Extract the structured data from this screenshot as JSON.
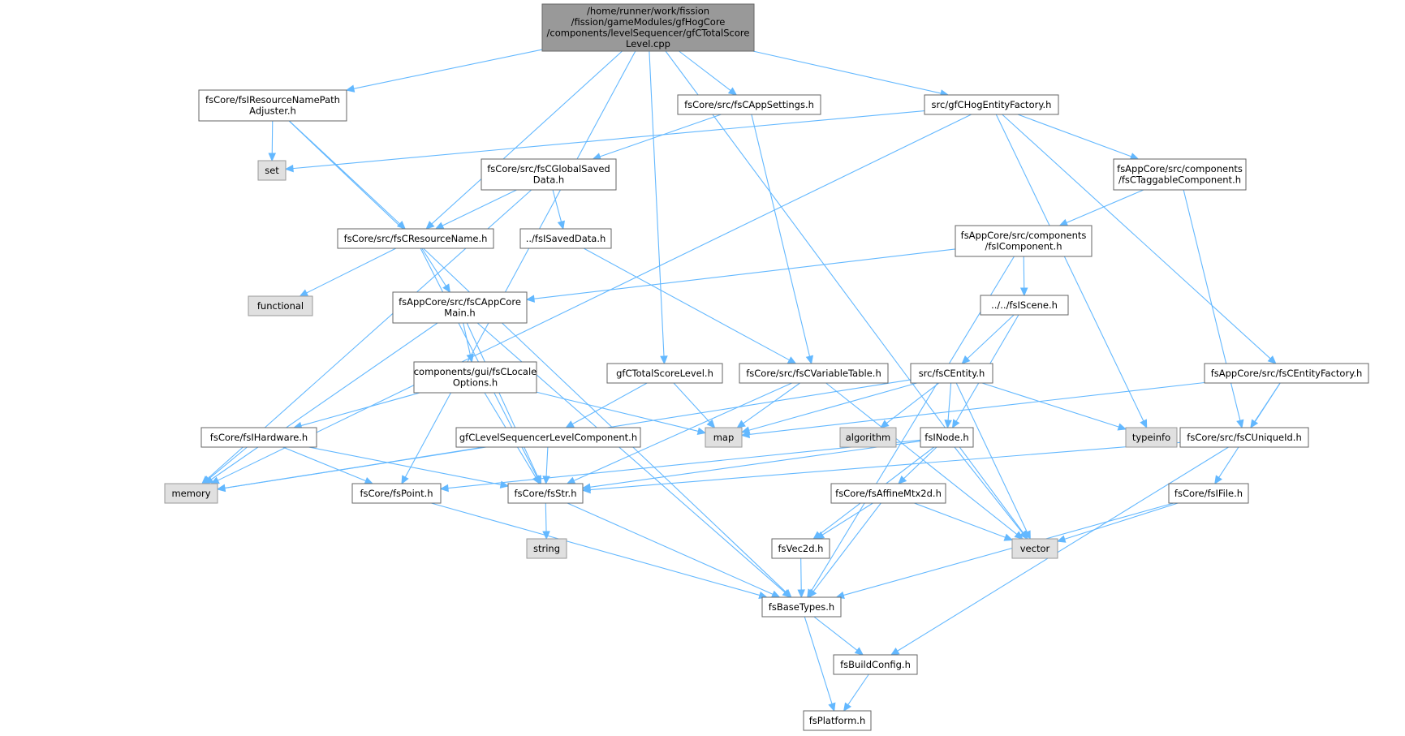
{
  "nodes": [
    {
      "id": "root",
      "kind": "root",
      "lines": [
        "/home/runner/work/fission",
        "/fission/gameModules/gfHogCore",
        "/components/levelSequencer/gfCTotalScore",
        "Level.cpp"
      ]
    },
    {
      "id": "rnpa",
      "kind": "header",
      "lines": [
        "fsCore/fsIResourceNamePath",
        "Adjuster.h"
      ]
    },
    {
      "id": "appsettings",
      "kind": "header",
      "lines": [
        "fsCore/src/fsCAppSettings.h"
      ]
    },
    {
      "id": "hogfactory",
      "kind": "header",
      "lines": [
        "src/gfCHogEntityFactory.h"
      ]
    },
    {
      "id": "set",
      "kind": "system",
      "lines": [
        "set"
      ]
    },
    {
      "id": "globalsaved",
      "kind": "header",
      "lines": [
        "fsCore/src/fsCGlobalSaved",
        "Data.h"
      ]
    },
    {
      "id": "taggable",
      "kind": "header",
      "lines": [
        "fsAppCore/src/components",
        "/fsCTaggableComponent.h"
      ]
    },
    {
      "id": "resname",
      "kind": "header",
      "lines": [
        "fsCore/src/fsCResourceName.h"
      ]
    },
    {
      "id": "isaved",
      "kind": "header",
      "lines": [
        "../fsISavedData.h"
      ]
    },
    {
      "id": "icomponent",
      "kind": "header",
      "lines": [
        "fsAppCore/src/components",
        "/fsIComponent.h"
      ]
    },
    {
      "id": "functional",
      "kind": "system",
      "lines": [
        "functional"
      ]
    },
    {
      "id": "appcoremain",
      "kind": "header",
      "lines": [
        "fsAppCore/src/fsCAppCore",
        "Main.h"
      ]
    },
    {
      "id": "iscene",
      "kind": "header",
      "lines": [
        "../../fsIScene.h"
      ]
    },
    {
      "id": "locale",
      "kind": "header",
      "lines": [
        "components/gui/fsCLocale",
        "Options.h"
      ]
    },
    {
      "id": "totalscore",
      "kind": "header",
      "lines": [
        "gfCTotalScoreLevel.h"
      ]
    },
    {
      "id": "vartable",
      "kind": "header",
      "lines": [
        "fsCore/src/fsCVariableTable.h"
      ]
    },
    {
      "id": "centity",
      "kind": "header",
      "lines": [
        "src/fsCEntity.h"
      ]
    },
    {
      "id": "entityfactory",
      "kind": "header",
      "lines": [
        "fsAppCore/src/fsCEntityFactory.h"
      ]
    },
    {
      "id": "ihardware",
      "kind": "header",
      "lines": [
        "fsCore/fsIHardware.h"
      ]
    },
    {
      "id": "levelseqcomp",
      "kind": "header",
      "lines": [
        "gfCLevelSequencerLevelComponent.h"
      ]
    },
    {
      "id": "map",
      "kind": "system",
      "lines": [
        "map"
      ]
    },
    {
      "id": "algorithm",
      "kind": "system",
      "lines": [
        "algorithm"
      ]
    },
    {
      "id": "inode",
      "kind": "header",
      "lines": [
        "fsINode.h"
      ]
    },
    {
      "id": "typeinfo",
      "kind": "system",
      "lines": [
        "typeinfo"
      ]
    },
    {
      "id": "uniqueid",
      "kind": "header",
      "lines": [
        "fsCore/src/fsCUniqueId.h"
      ]
    },
    {
      "id": "memory",
      "kind": "system",
      "lines": [
        "memory"
      ]
    },
    {
      "id": "point",
      "kind": "header",
      "lines": [
        "fsCore/fsPoint.h"
      ]
    },
    {
      "id": "str",
      "kind": "header",
      "lines": [
        "fsCore/fsStr.h"
      ]
    },
    {
      "id": "affine",
      "kind": "header",
      "lines": [
        "fsCore/fsAffineMtx2d.h"
      ]
    },
    {
      "id": "ifile",
      "kind": "header",
      "lines": [
        "fsCore/fsIFile.h"
      ]
    },
    {
      "id": "string",
      "kind": "system",
      "lines": [
        "string"
      ]
    },
    {
      "id": "vec2d",
      "kind": "header",
      "lines": [
        "fsVec2d.h"
      ]
    },
    {
      "id": "vector",
      "kind": "system",
      "lines": [
        "vector"
      ]
    },
    {
      "id": "basetypes",
      "kind": "header",
      "lines": [
        "fsBaseTypes.h"
      ]
    },
    {
      "id": "buildconfig",
      "kind": "header",
      "lines": [
        "fsBuildConfig.h"
      ]
    },
    {
      "id": "platform",
      "kind": "header",
      "lines": [
        "fsPlatform.h"
      ]
    }
  ],
  "edges": [
    [
      "root",
      "rnpa"
    ],
    [
      "root",
      "resname"
    ],
    [
      "root",
      "point"
    ],
    [
      "root",
      "totalscore"
    ],
    [
      "root",
      "appsettings"
    ],
    [
      "root",
      "hogfactory"
    ],
    [
      "root",
      "vector"
    ],
    [
      "rnpa",
      "set"
    ],
    [
      "rnpa",
      "resname"
    ],
    [
      "rnpa",
      "basetypes"
    ],
    [
      "appsettings",
      "globalsaved"
    ],
    [
      "appsettings",
      "vartable"
    ],
    [
      "hogfactory",
      "set"
    ],
    [
      "hogfactory",
      "memory"
    ],
    [
      "hogfactory",
      "taggable"
    ],
    [
      "hogfactory",
      "entityfactory"
    ],
    [
      "hogfactory",
      "typeinfo"
    ],
    [
      "globalsaved",
      "resname"
    ],
    [
      "globalsaved",
      "isaved"
    ],
    [
      "globalsaved",
      "memory"
    ],
    [
      "resname",
      "functional"
    ],
    [
      "resname",
      "appcoremain"
    ],
    [
      "resname",
      "str"
    ],
    [
      "isaved",
      "vartable"
    ],
    [
      "taggable",
      "icomponent"
    ],
    [
      "taggable",
      "uniqueid"
    ],
    [
      "icomponent",
      "appcoremain"
    ],
    [
      "icomponent",
      "iscene"
    ],
    [
      "icomponent",
      "basetypes"
    ],
    [
      "appcoremain",
      "locale"
    ],
    [
      "appcoremain",
      "memory"
    ],
    [
      "appcoremain",
      "str"
    ],
    [
      "appcoremain",
      "basetypes"
    ],
    [
      "iscene",
      "centity"
    ],
    [
      "iscene",
      "inode"
    ],
    [
      "locale",
      "ihardware"
    ],
    [
      "locale",
      "map"
    ],
    [
      "locale",
      "str"
    ],
    [
      "totalscore",
      "levelseqcomp"
    ],
    [
      "totalscore",
      "map"
    ],
    [
      "vartable",
      "map"
    ],
    [
      "vartable",
      "str"
    ],
    [
      "vartable",
      "vector"
    ],
    [
      "centity",
      "map"
    ],
    [
      "centity",
      "algorithm"
    ],
    [
      "centity",
      "inode"
    ],
    [
      "centity",
      "typeinfo"
    ],
    [
      "centity",
      "vector"
    ],
    [
      "centity",
      "memory"
    ],
    [
      "entityfactory",
      "map"
    ],
    [
      "entityfactory",
      "uniqueid"
    ],
    [
      "entityfactory",
      "ifile"
    ],
    [
      "ihardware",
      "memory"
    ],
    [
      "ihardware",
      "point"
    ],
    [
      "ihardware",
      "str"
    ],
    [
      "levelseqcomp",
      "memory"
    ],
    [
      "levelseqcomp",
      "str"
    ],
    [
      "inode",
      "point"
    ],
    [
      "inode",
      "str"
    ],
    [
      "inode",
      "affine"
    ],
    [
      "inode",
      "vec2d"
    ],
    [
      "inode",
      "vector"
    ],
    [
      "uniqueid",
      "str"
    ],
    [
      "uniqueid",
      "buildconfig"
    ],
    [
      "point",
      "basetypes"
    ],
    [
      "str",
      "string"
    ],
    [
      "str",
      "basetypes"
    ],
    [
      "affine",
      "vec2d"
    ],
    [
      "affine",
      "vector"
    ],
    [
      "affine",
      "basetypes"
    ],
    [
      "ifile",
      "vector"
    ],
    [
      "ifile",
      "basetypes"
    ],
    [
      "vec2d",
      "basetypes"
    ],
    [
      "basetypes",
      "buildconfig"
    ],
    [
      "basetypes",
      "platform"
    ],
    [
      "buildconfig",
      "platform"
    ]
  ]
}
